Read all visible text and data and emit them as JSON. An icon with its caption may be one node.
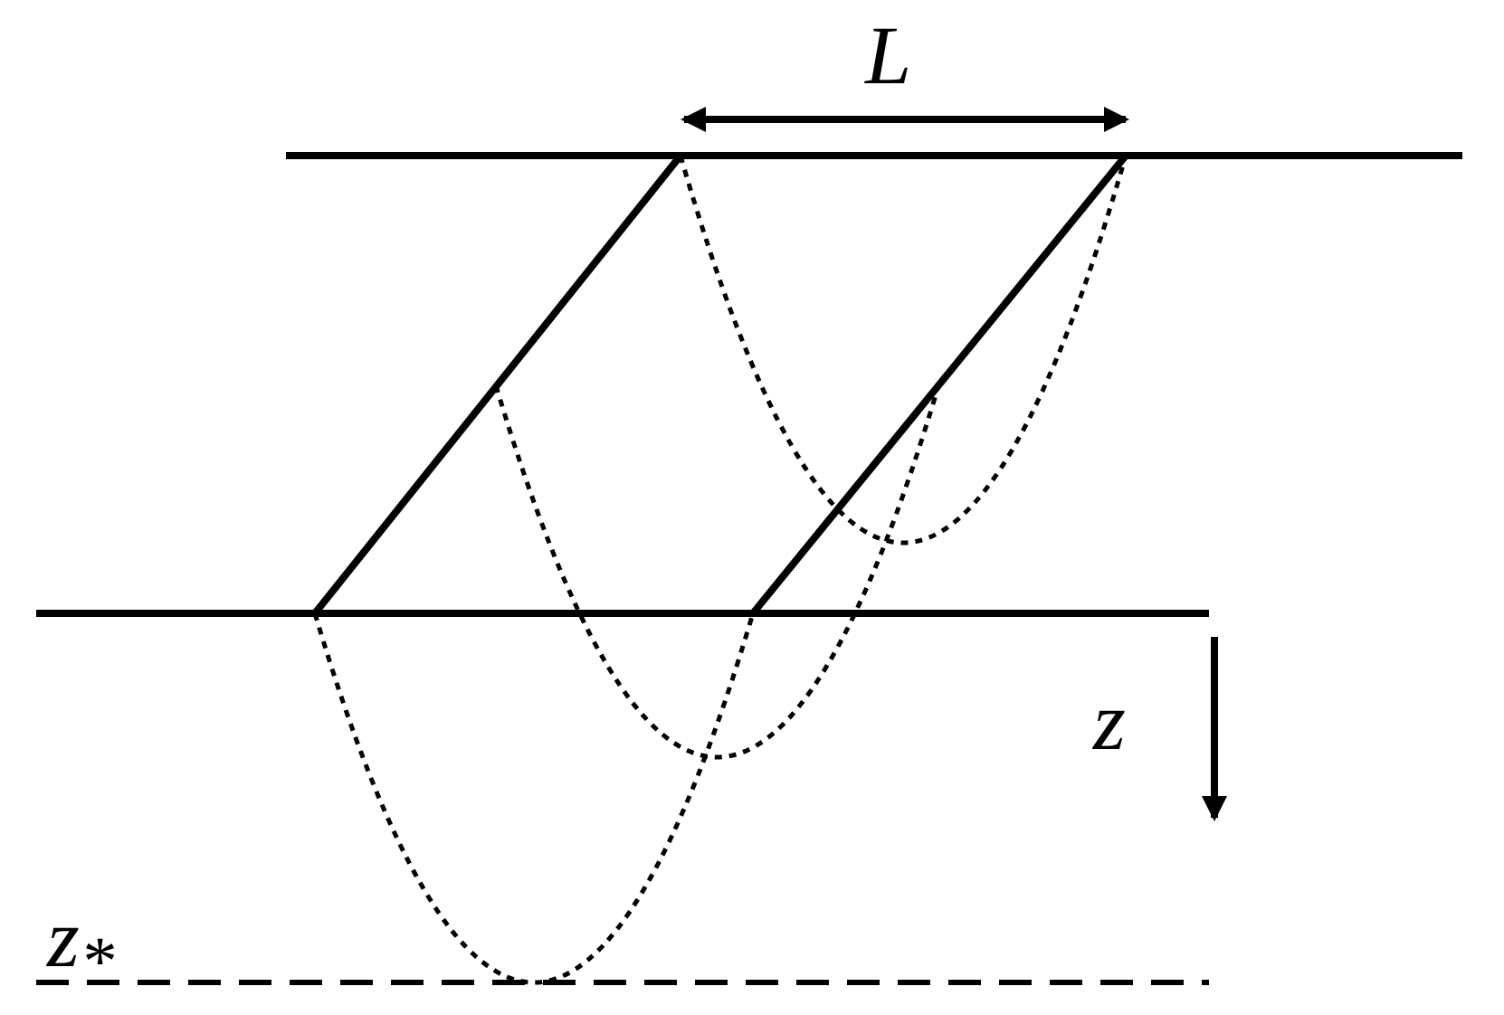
{
  "diagram": {
    "labels": [
      "L",
      "z",
      "z$_{*}$"
    ]
  }
}
